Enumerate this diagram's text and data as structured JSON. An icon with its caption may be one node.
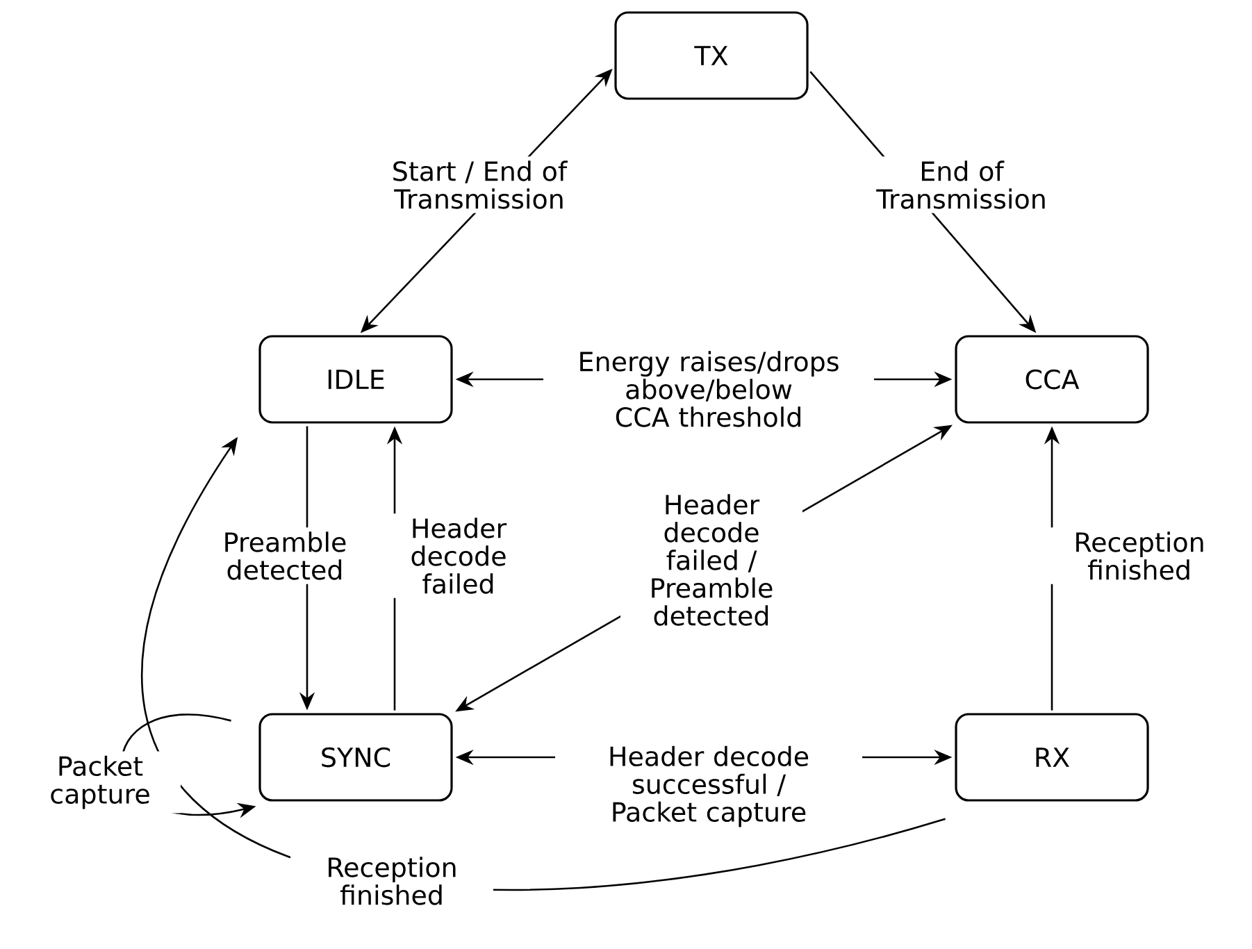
{
  "diagram": {
    "nodes": [
      {
        "text": [
          "TX"
        ]
      },
      {
        "text": [
          "IDLE"
        ]
      },
      {
        "text": [
          "CCA"
        ]
      },
      {
        "text": [
          "SYNC"
        ]
      },
      {
        "text": [
          "RX"
        ]
      }
    ],
    "edges": [
      {
        "from": 1,
        "to": 0,
        "arrow": "both",
        "label": "Start / End of Transmission"
      },
      {
        "from": 0,
        "to": 2,
        "arrow": "to",
        "label": "End of Transmission"
      },
      {
        "from": 1,
        "to": 2,
        "arrow": "both",
        "label": "Energy raises/drops above/below CCA threshold"
      },
      {
        "from": 1,
        "to": 3,
        "arrow": "to",
        "label": "Preamble detected"
      },
      {
        "from": 3,
        "to": 1,
        "arrow": "to",
        "label": "Header decode failed"
      },
      {
        "from": 3,
        "to": 2,
        "arrow": "both",
        "label": "Header decode failed / Preamble detected"
      },
      {
        "from": 3,
        "to": 4,
        "arrow": "both",
        "label": "Header decode successful / Packet capture"
      },
      {
        "from": 4,
        "to": 2,
        "arrow": "to",
        "label": "Reception finished"
      },
      {
        "from": 3,
        "to": 3,
        "arrow": "to",
        "label": "Packet capture"
      },
      {
        "from": 4,
        "to": 1,
        "arrow": "to",
        "label": "Reception finished"
      }
    ]
  }
}
